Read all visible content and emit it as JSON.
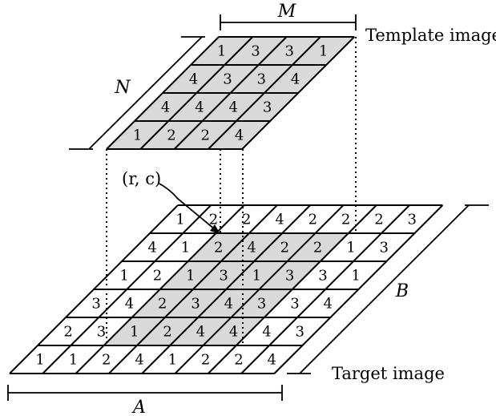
{
  "labels": {
    "template_image": "Template image",
    "target_image": "Target image",
    "M": "M",
    "N": "N",
    "A": "A",
    "B": "B",
    "rc": "(r, c)"
  },
  "template": {
    "rows": [
      [
        1,
        3,
        3,
        1
      ],
      [
        4,
        3,
        3,
        4
      ],
      [
        4,
        4,
        4,
        3
      ],
      [
        1,
        2,
        2,
        4
      ]
    ]
  },
  "target": {
    "rows": [
      [
        1,
        2,
        2,
        4,
        2,
        2,
        2,
        3
      ],
      [
        4,
        1,
        2,
        4,
        2,
        2,
        1,
        3
      ],
      [
        1,
        2,
        1,
        3,
        1,
        3,
        3,
        1
      ],
      [
        3,
        4,
        2,
        3,
        4,
        3,
        3,
        4
      ],
      [
        2,
        3,
        1,
        2,
        4,
        4,
        4,
        3
      ],
      [
        1,
        1,
        2,
        4,
        1,
        2,
        2,
        4
      ]
    ]
  },
  "colors": {
    "shade": "#d9d9d9",
    "line": "#000000"
  }
}
